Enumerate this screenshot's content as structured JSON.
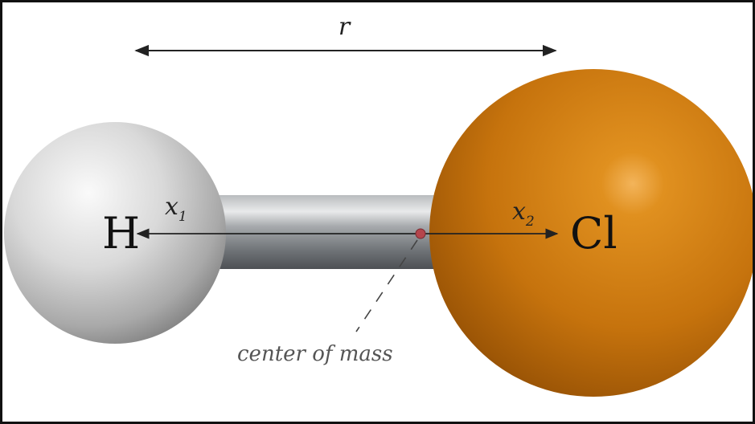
{
  "diagram": {
    "distance_label": "r",
    "atom_left": {
      "symbol": "H",
      "distance_label": "x",
      "distance_subscript": "1",
      "color": "#d6d6d6"
    },
    "atom_right": {
      "symbol": "Cl",
      "distance_label": "x",
      "distance_subscript": "2",
      "color": "#c87710"
    },
    "bond_color": "#8f9396",
    "center_of_mass_label": "center of mass",
    "center_of_mass_color": "#b5454c",
    "line_color": "#222222"
  }
}
